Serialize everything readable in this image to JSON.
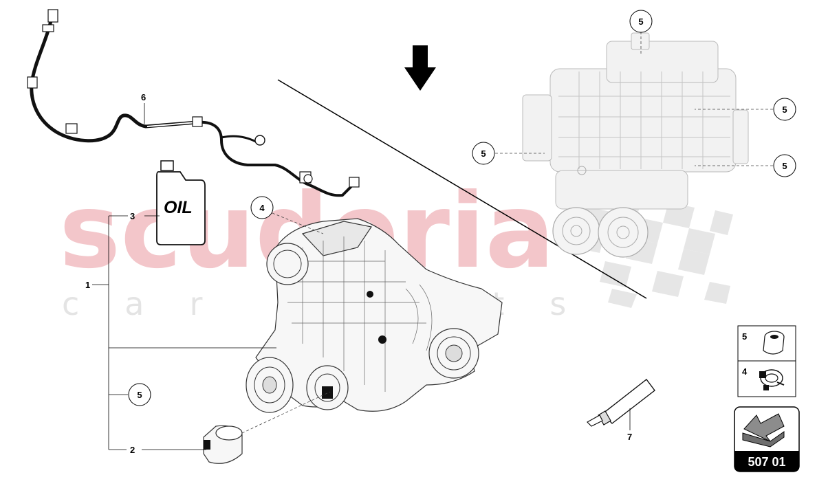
{
  "watermark": {
    "main": "scuderia",
    "sub": "car parts"
  },
  "callouts": {
    "c5_top": "5",
    "c5_right_upper": "5",
    "c5_left": "5",
    "c5_right_lower": "5",
    "c4": "4",
    "c5_bottom": "5"
  },
  "labels": {
    "n1": "1",
    "n2": "2",
    "n3": "3",
    "n6": "6",
    "n7": "7"
  },
  "oil_label": "OIL",
  "legend": {
    "row1_number": "5",
    "row2_number": "4"
  },
  "reference_code": "507 01",
  "colors": {
    "watermark_red": "#f3c6ca",
    "watermark_grey": "#e4e4e4",
    "badge_bg": "#000000",
    "arrow_grey": "#8c8c8c"
  }
}
